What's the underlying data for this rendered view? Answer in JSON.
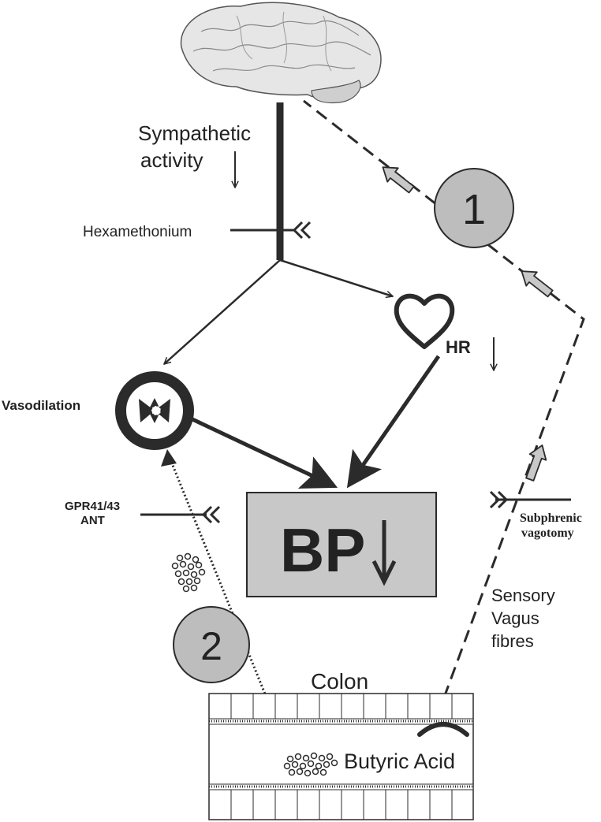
{
  "labels": {
    "sympathetic": "Sympathetic",
    "activity": "activity",
    "hexamethonium": "Hexamethonium",
    "hr": "HR",
    "vasodilation": "Vasodilation",
    "gpr_line1": "GPR41/43",
    "gpr_line2": "ANT",
    "bp": "BP",
    "subphrenic": "Subphrenic",
    "vagotomy": "vagotomy",
    "sensory": "Sensory",
    "vagus": "Vagus",
    "fibres": "fibres",
    "colon": "Colon",
    "butyric_acid": "Butyric Acid"
  },
  "pathways": {
    "vagal_pathway_number": "1",
    "circulatory_pathway_number": "2"
  },
  "colors": {
    "ink": "#2b2b2b",
    "gray_fill": "#c8c8c8",
    "circle_fill": "#bdbdbd",
    "brain_fill": "#e6e6e6"
  }
}
